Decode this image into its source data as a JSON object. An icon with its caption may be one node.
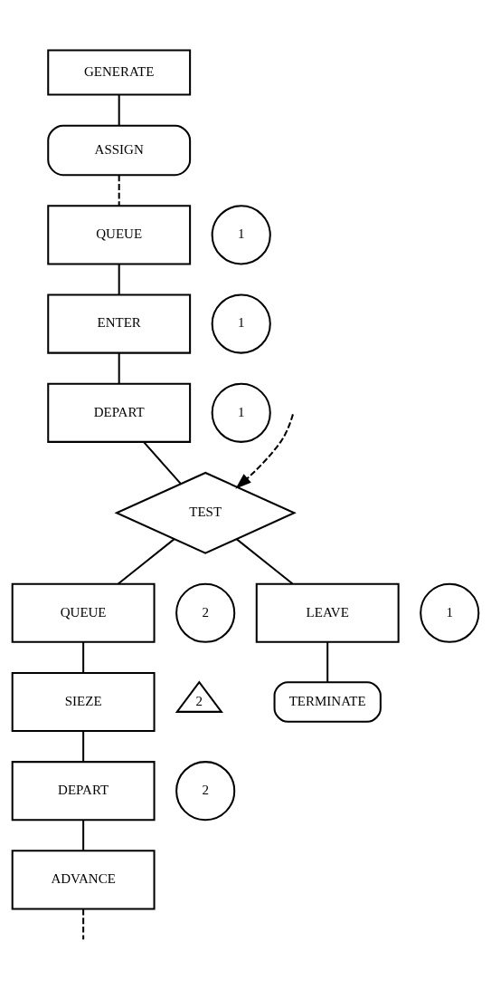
{
  "diagram": {
    "nodes": [
      {
        "text": [
          "GENERATE"
        ]
      },
      {
        "text": [
          "ASSIGN"
        ]
      },
      {
        "text": [
          "QUEUE"
        ]
      },
      {
        "text": [
          "1"
        ]
      },
      {
        "text": [
          "ENTER"
        ]
      },
      {
        "text": [
          "1"
        ]
      },
      {
        "text": [
          "DEPART"
        ]
      },
      {
        "text": [
          "1"
        ]
      },
      {
        "text": [
          "TEST"
        ]
      },
      {
        "text": [
          "QUEUE"
        ]
      },
      {
        "text": [
          "2"
        ]
      },
      {
        "text": [
          "LEAVE"
        ]
      },
      {
        "text": [
          "1"
        ]
      },
      {
        "text": [
          "SIEZE"
        ]
      },
      {
        "text": [
          "2"
        ]
      },
      {
        "text": [
          "TERMINATE"
        ]
      },
      {
        "text": [
          "DEPART"
        ]
      },
      {
        "text": [
          "2"
        ]
      },
      {
        "text": [
          "ADVANCE"
        ]
      }
    ],
    "edges": [
      {
        "from": 0,
        "to": 1,
        "arrow": "none"
      },
      {
        "from": 1,
        "to": 2,
        "arrow": "none",
        "style": "dashed"
      },
      {
        "from": 2,
        "to": 4,
        "arrow": "none"
      },
      {
        "from": 4,
        "to": 6,
        "arrow": "none"
      },
      {
        "from": 6,
        "to": 8,
        "arrow": "none"
      },
      {
        "from": null,
        "to": 8,
        "arrow": "to",
        "style": "dashed"
      },
      {
        "from": 8,
        "to": 9,
        "arrow": "none"
      },
      {
        "from": 8,
        "to": 11,
        "arrow": "none"
      },
      {
        "from": 11,
        "to": 15,
        "arrow": "none"
      },
      {
        "from": 9,
        "to": 13,
        "arrow": "none"
      },
      {
        "from": 13,
        "to": 16,
        "arrow": "none"
      },
      {
        "from": 16,
        "to": 18,
        "arrow": "none"
      },
      {
        "from": 18,
        "to": null,
        "arrow": "none",
        "style": "dashed"
      }
    ]
  }
}
